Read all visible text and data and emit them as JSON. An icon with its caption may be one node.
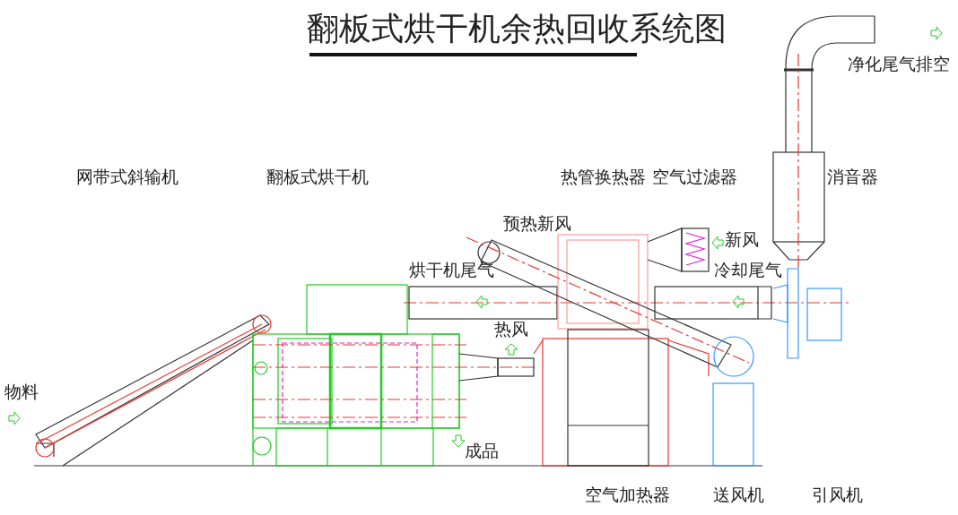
{
  "diagram": {
    "title": "翻板式烘干机余热回收系统图",
    "labels": [
      "净化尾气排空",
      "网带式斜输机",
      "翻板式烘干机",
      "热管换热器",
      "空气过滤器",
      "消音器",
      "预热新风",
      "新风",
      "烘干机尾气",
      "冷却尾气",
      "热风",
      "物料",
      "成品",
      "空气加热器",
      "送风机",
      "引风机"
    ]
  }
}
